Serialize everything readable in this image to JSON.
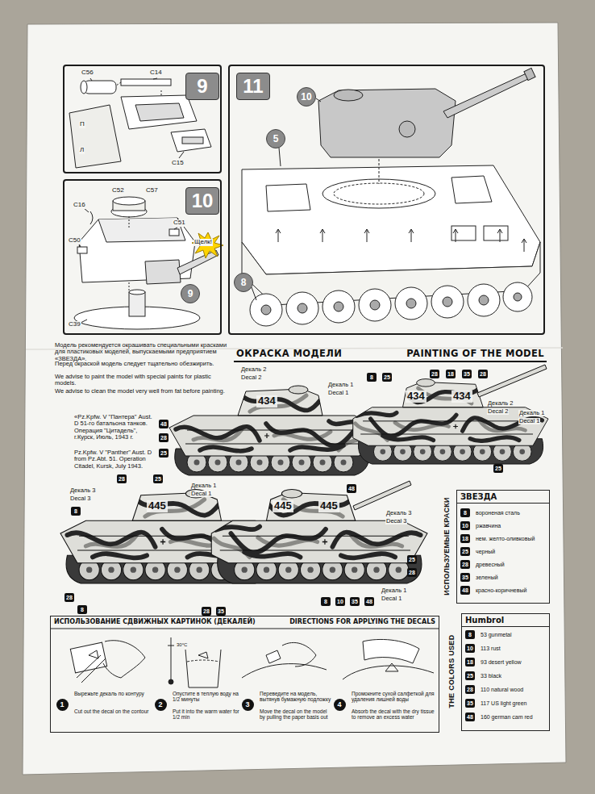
{
  "diagram": {
    "nodes": [
      {
        "text": [
          "9"
        ]
      },
      {
        "text": [
          "10"
        ]
      },
      {
        "text": [
          "11"
        ]
      },
      {
        "text": [
          "ОКРАСКА МОДЕЛИ",
          "PAINTING OF THE MODEL"
        ]
      },
      {
        "text": [
          "ЗВЕЗДА"
        ]
      },
      {
        "text": [
          "Humbrol"
        ]
      },
      {
        "text": [
          "ИСПОЛЬЗОВАНИЕ СДВИЖНЫХ КАРТИНОК (ДЕКАЛЕЙ)",
          "DIRECTIONS FOR APPLYING THE DECALS"
        ]
      },
      {
        "text": [
          "1"
        ],
        "in": 6
      },
      {
        "text": [
          "2"
        ],
        "in": 6
      },
      {
        "text": [
          "3"
        ],
        "in": 6
      },
      {
        "text": [
          "4"
        ],
        "in": 6
      }
    ],
    "labels": [
      "C56",
      "C14",
      "C15",
      "П",
      "Л",
      "C52",
      "C57",
      "C16",
      "C51",
      "C50",
      "Щелк!",
      "9",
      "C39",
      "10",
      "5",
      "8",
      "Модель рекомендуется окрашивать специальными красками для пластиковых моделей, выпускаемыми предприятием «ЗВЕЗДА».",
      "Перед окраской модель следует тщательно обезжирить.",
      "We advise to paint the model with special paints for plastic models.",
      "We advise to clean the model very well from fat before painting.",
      "«Pz.Kpfw. V \"Пантера\" Aust. D 51-го батальона танков. Операция \"Цитадель\", г.Курск, Июль, 1943 г.",
      "Pz.Kpfw. V \"Panther\" Aust. D from Pz.Abt. 51. Operation Citadel, Kursk, July 1943.",
      "Декаль 2",
      "Decal 2",
      "Декаль 1",
      "Decal 1",
      "Декаль 2",
      "Decal 2",
      "Декаль 1",
      "Decal 1",
      "Декаль 3",
      "Decal 3",
      "Декаль 1",
      "Decal 1",
      "Декаль 3",
      "Decal 3",
      "Декаль 1",
      "Decal 1",
      "434",
      "434",
      "434",
      "445",
      "445",
      "445",
      "8",
      "25",
      "48",
      "28",
      "25",
      "28",
      "18",
      "35",
      "28",
      "25",
      "8",
      "28",
      "25",
      "28",
      "8",
      "48",
      "28",
      "35",
      "8",
      "10",
      "35",
      "48",
      "25",
      "28",
      "ИСПОЛЬЗУЕМЫЕ КРАСКИ",
      "THE COLORS USED",
      "8",
      "вороненая сталь",
      "10",
      "ржавчина",
      "18",
      "нем. желто-оливковый",
      "25",
      "черный",
      "28",
      "древесный",
      "35",
      "зеленый",
      "48",
      "красно-коричневый",
      "8",
      "53 gunmetal",
      "10",
      "113 rust",
      "18",
      "93 desert yellow",
      "25",
      "33 black",
      "28",
      "110 natural wood",
      "35",
      "117 US light green",
      "48",
      "160 german cam red",
      "30°C",
      "Вырежьте декаль по контуру",
      "Cut out the decal on the contour",
      "Опустите в теплую воду на 1/2 минуты",
      "Put it into the warm water for 1/2 min",
      "Переведите на модель, вытянув бумажную подложку",
      "Move the decal on the model by pulling the paper basis out",
      "Промокните сухой салфеткой для удаления лишней воды",
      "Absorb the decal with the dry tissue to remove an excess water"
    ]
  }
}
